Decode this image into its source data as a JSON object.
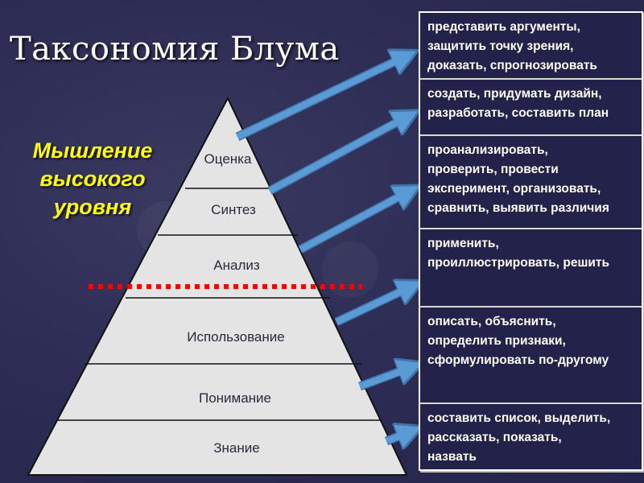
{
  "slide": {
    "title": "Таксономия Блума",
    "higher_order_label": "Мышление высокого уровня",
    "higher_order_lines": [
      "Мышление",
      "высокого",
      "уровня"
    ],
    "colors": {
      "background": "#2e2d55",
      "pyramid_fill": "#e4e4e4",
      "arrow": "#5b9bd5",
      "divider_dots": "#ff0000",
      "highlight_text": "#ffff00",
      "table_text": "#ffffff"
    }
  },
  "pyramid": {
    "levels": [
      {
        "label": "Оценка"
      },
      {
        "label": "Синтез"
      },
      {
        "label": "Анализ"
      },
      {
        "label": "Использование"
      },
      {
        "label": "Понимание"
      },
      {
        "label": "Знание"
      }
    ]
  },
  "verbs_table": {
    "rows": [
      {
        "level": "Оценка",
        "text": "представить аргументы,\nзащитить точку зрения,\nдоказать, спрогнозировать"
      },
      {
        "level": "Синтез",
        "text": "создать, придумать дизайн,\nразработать, составить план"
      },
      {
        "level": "Анализ",
        "text": "проанализировать,\nпроверить, провести\nэксперимент, организовать,\nсравнить, выявить различия"
      },
      {
        "level": "Использование",
        "text": "применить,\nпроиллюстрировать, решить"
      },
      {
        "level": "Понимание",
        "text": "описать, объяснить,\nопределить признаки,\nсформулировать по-другому"
      },
      {
        "level": "Знание",
        "text": "составить список, выделить,\nрассказать, показать,\nназвать"
      }
    ]
  }
}
